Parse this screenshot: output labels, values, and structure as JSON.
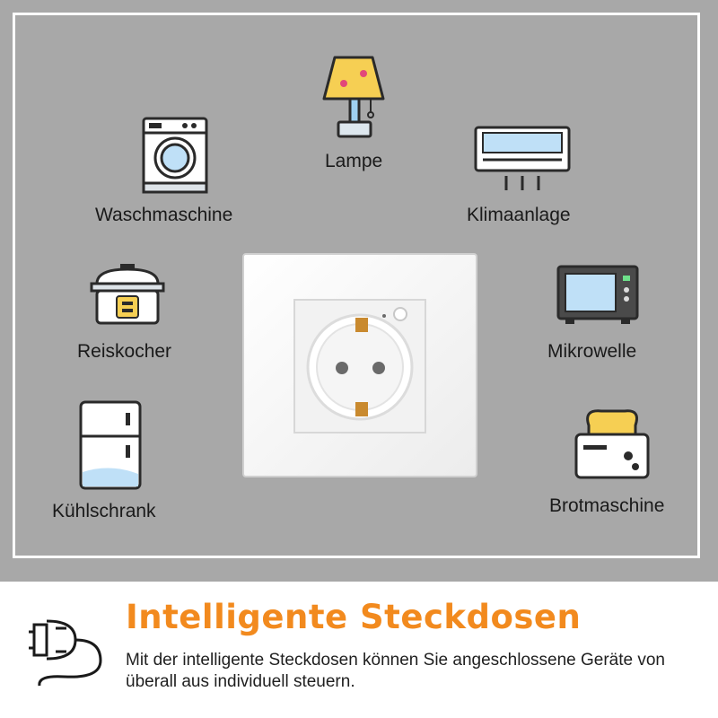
{
  "appliances": {
    "lampe": {
      "label": "Lampe",
      "icon": "lamp-icon"
    },
    "waschmaschine": {
      "label": "Waschmaschine",
      "icon": "washing-machine-icon"
    },
    "klimaanlage": {
      "label": "Klimaanlage",
      "icon": "air-conditioner-icon"
    },
    "reiskocher": {
      "label": "Reiskocher",
      "icon": "rice-cooker-icon"
    },
    "mikrowelle": {
      "label": "Mikrowelle",
      "icon": "microwave-icon"
    },
    "kuehlschrank": {
      "label": "Kühlschrank",
      "icon": "fridge-icon"
    },
    "brotmaschine": {
      "label": "Brotmaschine",
      "icon": "toaster-icon"
    }
  },
  "center": {
    "icon": "wall-socket-icon"
  },
  "banner": {
    "icon": "power-plug-icon",
    "headline": "Intelligente Steckdosen",
    "description": "Mit der intelligente Steckdosen können Sie angeschlossene Geräte von überall aus individuell steuern."
  },
  "colors": {
    "background": "#a8a8a8",
    "headline": "#f28a1e",
    "icon_outline": "#2a2a2a",
    "icon_blue": "#bfe0f7",
    "lamp_yellow": "#f6cf53"
  }
}
